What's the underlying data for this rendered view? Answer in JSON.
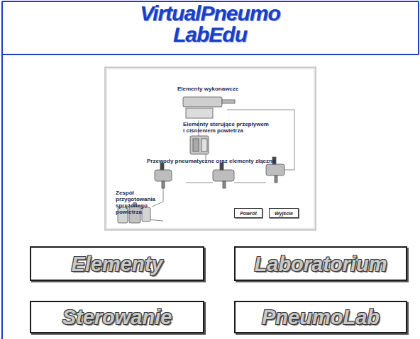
{
  "diagram": {
    "title": "VirtualPneumo LabEdu",
    "nodes": [
      {
        "text": [
          "Powrót"
        ]
      },
      {
        "text": [
          "Wyjście"
        ]
      },
      {
        "text": [
          "Elementy"
        ]
      },
      {
        "text": [
          "Laboratorium"
        ]
      },
      {
        "text": [
          "Sterowanie"
        ]
      },
      {
        "text": [
          "PneumoLab"
        ]
      }
    ],
    "labels": [
      "Elementy wykonawcze",
      "Elementy sterujące przepływem i ciśnieniem powietrza",
      "Przewody pneumatyczne oraz elementy złączne",
      "Zespół przygotowania sprężonego powietrza"
    ]
  }
}
